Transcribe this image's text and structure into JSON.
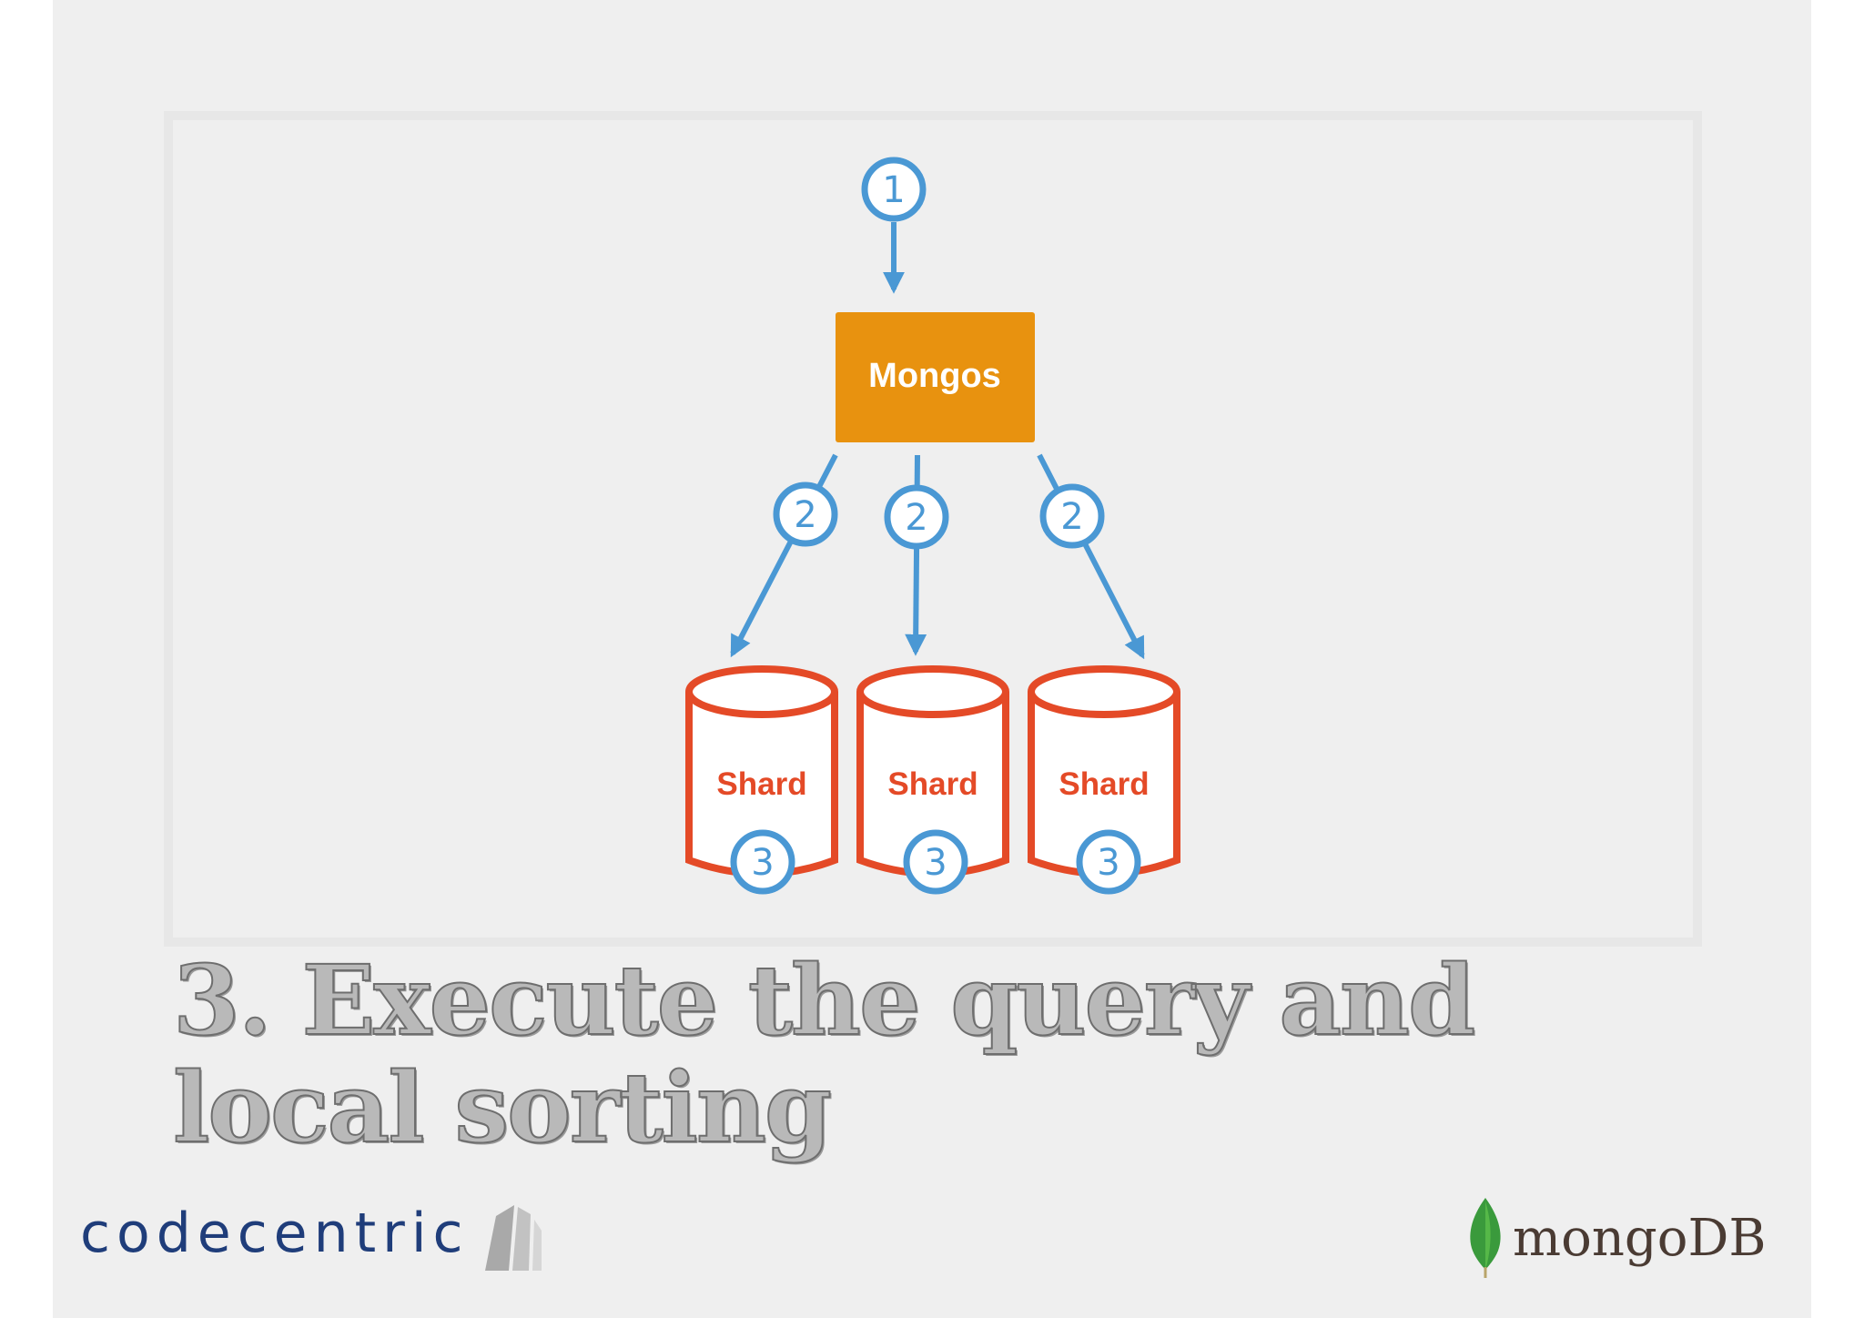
{
  "diagram": {
    "mongos_label": "Mongos",
    "shard_label": "Shard",
    "step_client": "1",
    "step_route": "2",
    "step_local": "3"
  },
  "heading": "3. Execute the query and local sorting",
  "logos": {
    "left_text": "codecentric",
    "right_text": "mongoDB"
  },
  "colors": {
    "mongos_fill": "#e8920f",
    "shard_stroke": "#e44a27",
    "arrow": "#4a98d4"
  }
}
